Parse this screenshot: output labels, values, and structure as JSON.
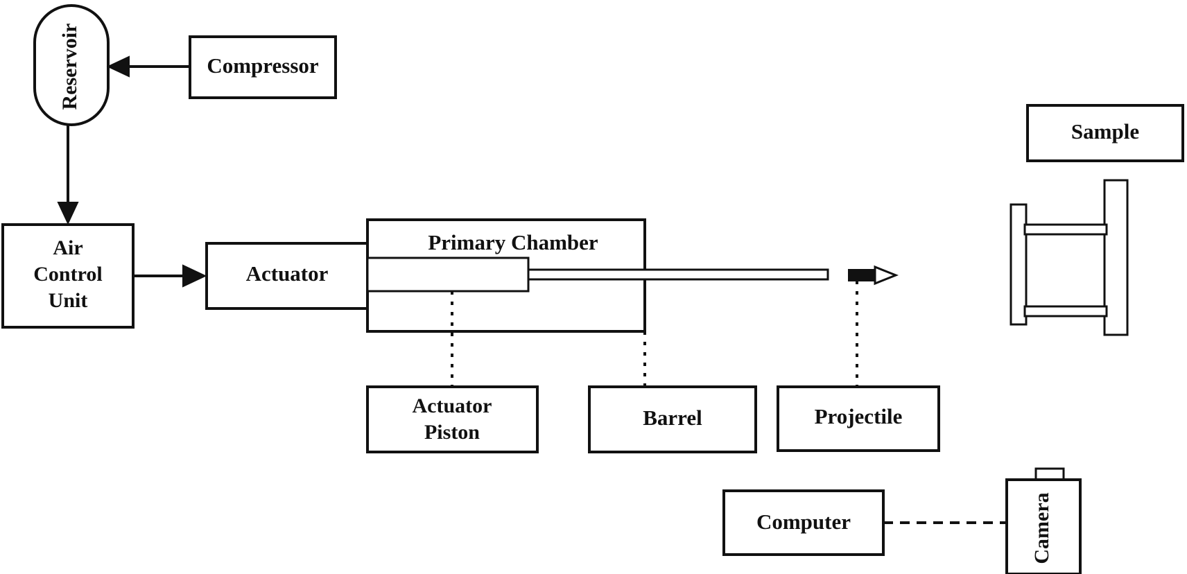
{
  "diagram": {
    "title": "Gas gun impact test apparatus schematic",
    "background_color": "#ffffff",
    "stroke_color": "#111111",
    "nodes": {
      "reservoir": {
        "label": "Reservoir",
        "shape": "rounded-pill",
        "orientation": "vertical-text"
      },
      "compressor": {
        "label": "Compressor",
        "shape": "rectangle"
      },
      "air_control_unit": {
        "label": "Air Control Unit",
        "line1": "Air",
        "line2": "Control",
        "line3": "Unit",
        "shape": "rectangle"
      },
      "actuator": {
        "label": "Actuator",
        "shape": "rectangle"
      },
      "primary_chamber": {
        "label": "Primary Chamber",
        "shape": "rectangle"
      },
      "actuator_piston": {
        "label": "Actuator Piston",
        "line1": "Actuator",
        "line2": "Piston",
        "shape": "rectangle"
      },
      "barrel": {
        "label": "Barrel",
        "shape": "rectangle"
      },
      "projectile": {
        "label": "Projectile",
        "shape": "rectangle"
      },
      "sample": {
        "label": "Sample",
        "shape": "rectangle"
      },
      "computer": {
        "label": "Computer",
        "shape": "rectangle"
      },
      "camera": {
        "label": "Camera",
        "shape": "rectangle-with-viewfinder",
        "orientation": "vertical-text"
      },
      "sample_holder": {
        "label": "",
        "shape": "frame-fixture"
      },
      "projectile_body": {
        "label": "",
        "shape": "arrow-bolt"
      }
    },
    "connectors": [
      {
        "from": "compressor",
        "to": "reservoir",
        "style": "solid-arrow",
        "direction": "left"
      },
      {
        "from": "reservoir",
        "to": "air_control_unit",
        "style": "solid-arrow",
        "direction": "down"
      },
      {
        "from": "air_control_unit",
        "to": "actuator",
        "style": "solid-arrow",
        "direction": "right"
      },
      {
        "from": "actuator_piston",
        "to": "primary_chamber",
        "style": "dotted-leader"
      },
      {
        "from": "barrel",
        "to": "barrel_tube",
        "style": "dotted-leader"
      },
      {
        "from": "projectile",
        "to": "projectile_body",
        "style": "dotted-leader"
      },
      {
        "from": "computer",
        "to": "camera",
        "style": "dashed-link"
      }
    ]
  }
}
